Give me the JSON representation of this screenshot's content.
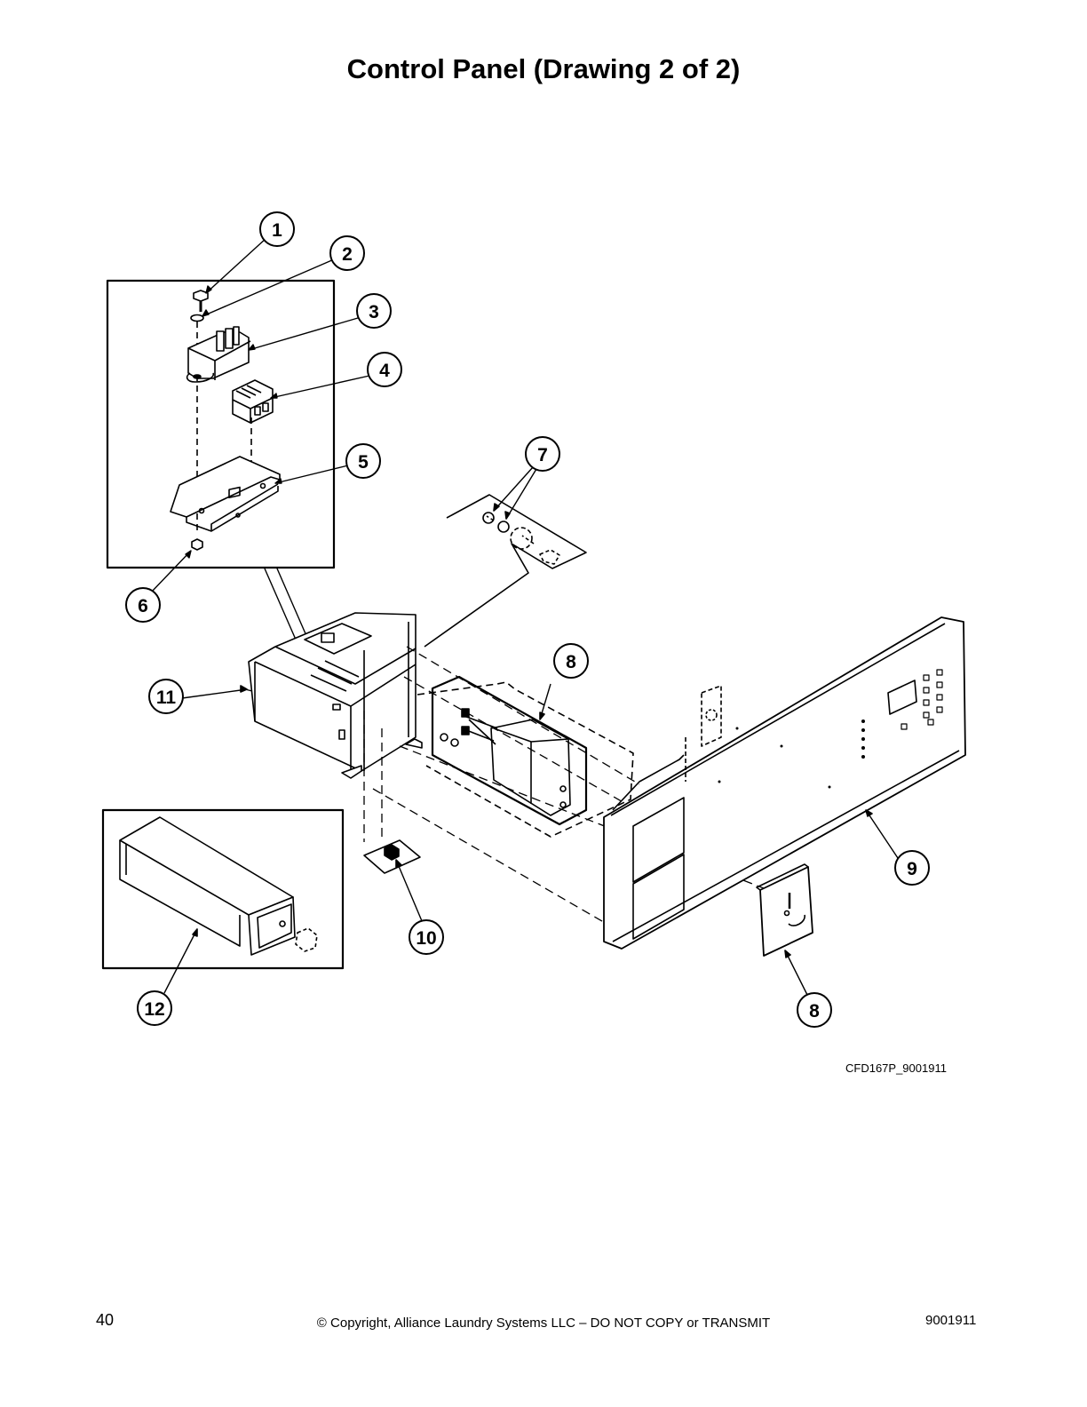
{
  "page": {
    "title": "Control Panel (Drawing 2 of 2)",
    "drawing_code": "CFD167P_9001911",
    "page_number": "40",
    "copyright": "© Copyright, Alliance Laundry Systems LLC – DO NOT COPY or TRANSMIT",
    "document_number": "9001911"
  },
  "callouts": [
    "1",
    "2",
    "3",
    "4",
    "5",
    "6",
    "7",
    "8",
    "9",
    "10",
    "11",
    "12",
    "8"
  ]
}
